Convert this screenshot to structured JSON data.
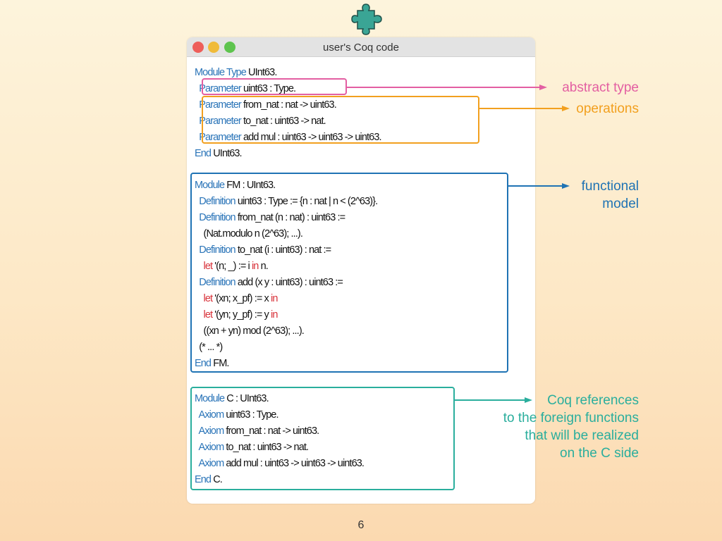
{
  "window": {
    "title": "user's Coq code"
  },
  "code_blocks": [
    {
      "lines": [
        [
          {
            "t": "Module",
            "k": "kw"
          },
          {
            "t": " "
          },
          {
            "t": "Type",
            "k": "kw"
          },
          {
            "t": " UInt63."
          }
        ],
        [
          {
            "t": "  "
          },
          {
            "t": "Parameter",
            "k": "kw"
          },
          {
            "t": " uint63 : Type."
          }
        ],
        [
          {
            "t": "  "
          },
          {
            "t": "Parameter",
            "k": "kw"
          },
          {
            "t": " from_nat : nat -> uint63."
          }
        ],
        [
          {
            "t": "  "
          },
          {
            "t": "Parameter",
            "k": "kw"
          },
          {
            "t": " to_nat : uint63 -> nat."
          }
        ],
        [
          {
            "t": "  "
          },
          {
            "t": "Parameter",
            "k": "kw"
          },
          {
            "t": " add mul : uint63 -> uint63 -> uint63."
          }
        ],
        [
          {
            "t": "End",
            "k": "kw"
          },
          {
            "t": " UInt63."
          }
        ]
      ]
    },
    {
      "lines": [
        [
          {
            "t": "Module",
            "k": "kw"
          },
          {
            "t": " FM : UInt63."
          }
        ],
        [
          {
            "t": "  "
          },
          {
            "t": "Definition",
            "k": "kw"
          },
          {
            "t": " uint63 : Type := {n : nat | n < (2^63)}."
          }
        ],
        [
          {
            "t": "  "
          },
          {
            "t": "Definition",
            "k": "kw"
          },
          {
            "t": " from_nat (n : nat) : uint63 :="
          }
        ],
        [
          {
            "t": "    (Nat.modulo n (2^63); ...)."
          }
        ],
        [
          {
            "t": "  "
          },
          {
            "t": "Definition",
            "k": "kw"
          },
          {
            "t": " to_nat (i : uint63) : nat :="
          }
        ],
        [
          {
            "t": "    "
          },
          {
            "t": "let",
            "k": "kwr"
          },
          {
            "t": " '(n; _) := i "
          },
          {
            "t": "in",
            "k": "kwr"
          },
          {
            "t": " n."
          }
        ],
        [
          {
            "t": "  "
          },
          {
            "t": "Definition",
            "k": "kw"
          },
          {
            "t": " add (x y : uint63) : uint63 :="
          }
        ],
        [
          {
            "t": "    "
          },
          {
            "t": "let",
            "k": "kwr"
          },
          {
            "t": " '(xn; x_pf) := x "
          },
          {
            "t": "in",
            "k": "kwr"
          }
        ],
        [
          {
            "t": "    "
          },
          {
            "t": "let",
            "k": "kwr"
          },
          {
            "t": " '(yn; y_pf) := y "
          },
          {
            "t": "in",
            "k": "kwr"
          }
        ],
        [
          {
            "t": "    ((xn + yn) mod (2^63); ...)."
          }
        ],
        [
          {
            "t": "  (* ... *)"
          }
        ],
        [
          {
            "t": "End",
            "k": "kw"
          },
          {
            "t": " FM."
          }
        ]
      ]
    },
    {
      "lines": [
        [
          {
            "t": "Module",
            "k": "kw"
          },
          {
            "t": " C : UInt63."
          }
        ],
        [
          {
            "t": "  "
          },
          {
            "t": "Axiom",
            "k": "kw"
          },
          {
            "t": " uint63 : Type."
          }
        ],
        [
          {
            "t": "  "
          },
          {
            "t": "Axiom",
            "k": "kw"
          },
          {
            "t": " from_nat : nat -> uint63."
          }
        ],
        [
          {
            "t": "  "
          },
          {
            "t": "Axiom",
            "k": "kw"
          },
          {
            "t": " to_nat : uint63 -> nat."
          }
        ],
        [
          {
            "t": "  "
          },
          {
            "t": "Axiom",
            "k": "kw"
          },
          {
            "t": " add mul : uint63 -> uint63 -> uint63."
          }
        ],
        [
          {
            "t": "End",
            "k": "kw"
          },
          {
            "t": " C."
          }
        ]
      ]
    }
  ],
  "annotations": {
    "abstract_type": "abstract type",
    "operations": "operations",
    "functional_model": "functional\nmodel",
    "coq_references": "Coq references\nto the foreign functions\nthat will be realized\non the C side"
  },
  "colors": {
    "keyword": "#2a74b8",
    "let_in": "#d8323a",
    "abstract_type": "#e35fa2",
    "operations": "#f2a01f",
    "functional_model": "#1f73b4",
    "coq_references": "#2aae9d",
    "puzzle": "#3aa595"
  },
  "icons": [
    "puzzle-piece-icon",
    "window-close-icon",
    "window-minimize-icon",
    "window-zoom-icon"
  ],
  "page_number": "6"
}
